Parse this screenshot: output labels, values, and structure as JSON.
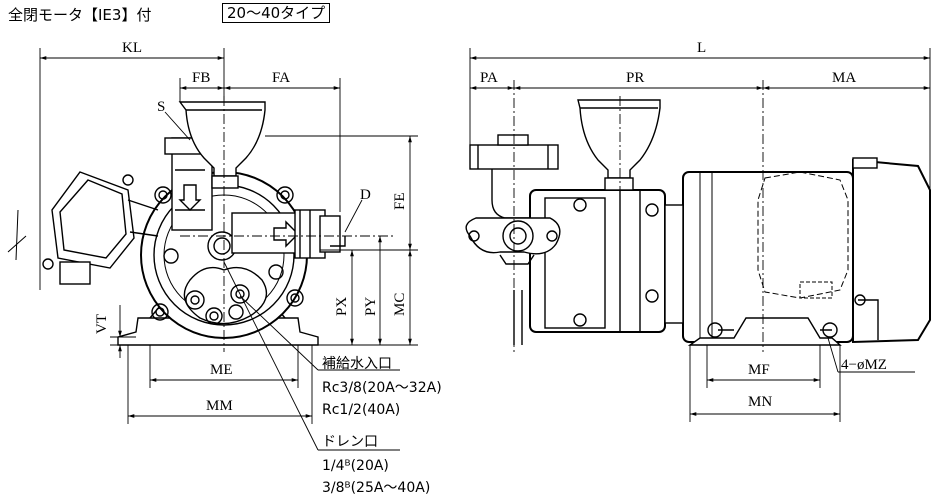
{
  "header": {
    "title": "全閉モータ【IE3】付",
    "type_range": "20～40タイプ"
  },
  "dimensions": {
    "KL": "KL",
    "FB": "FB",
    "FA": "FA",
    "S": "S",
    "D": "D",
    "FE": "FE",
    "PX": "PX",
    "PY": "PY",
    "MC": "MC",
    "VT": "VT",
    "ME": "ME",
    "MM": "MM",
    "L": "L",
    "PA": "PA",
    "PR": "PR",
    "MA": "MA",
    "MF": "MF",
    "MN": "MN",
    "MZ": "4−øMZ"
  },
  "notes": {
    "supply_title": "補給水入口",
    "supply_1": "Rc3/8(20A～32A)",
    "supply_2": "Rc1/2(40A)",
    "drain_title": "ドレン口",
    "drain_1": "1/4ᴮ(20A)",
    "drain_2": "3/8ᴮ(25A～40A)"
  }
}
